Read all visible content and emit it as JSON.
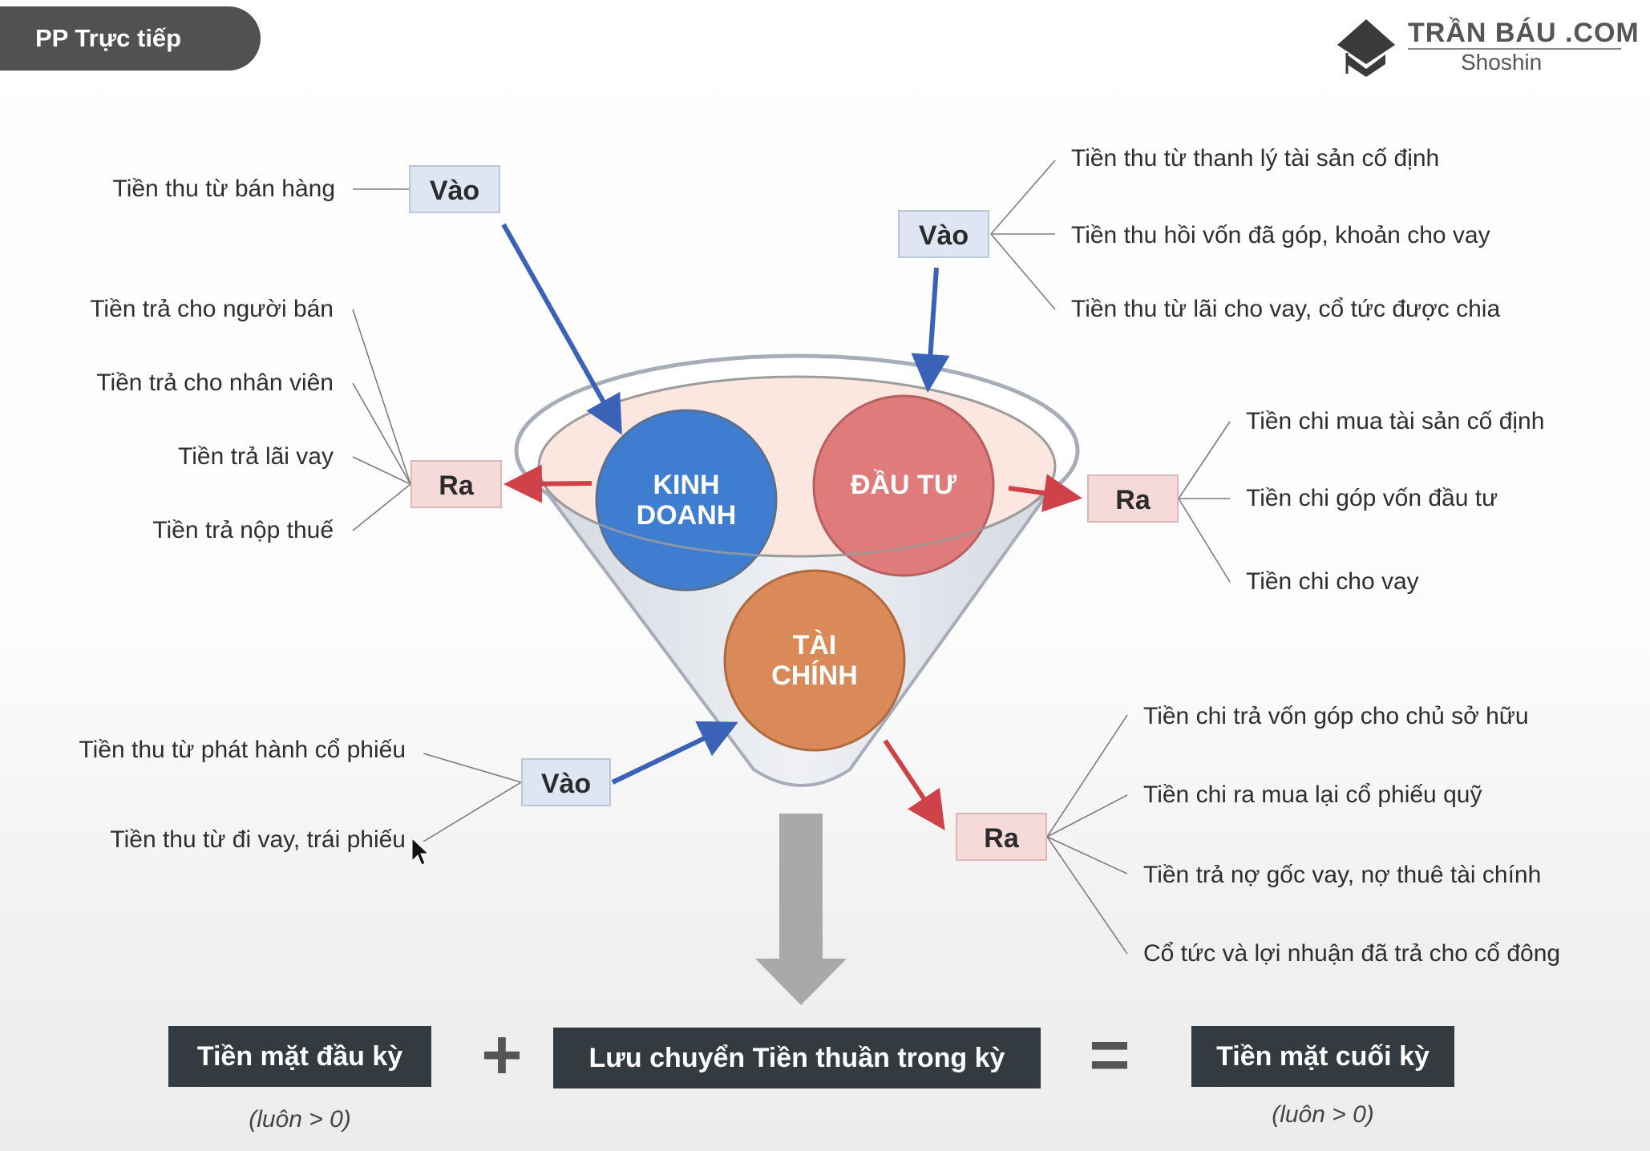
{
  "header": {
    "tag": "PP Trực tiếp"
  },
  "logo": {
    "title": "TRẦN BÁU .COM",
    "subtitle": "Shoshin",
    "icon": "graduation-cap-icon"
  },
  "diagram": {
    "circles": {
      "kinh_doanh": "KINH\nDOANH",
      "dau_tu": "ĐẦU TƯ",
      "tai_chinh": "TÀI\nCHÍNH"
    },
    "operating": {
      "in_label": "Vào",
      "in_items": [
        "Tiền thu từ bán hàng"
      ],
      "out_label": "Ra",
      "out_items": [
        "Tiền trả cho người bán",
        "Tiền trả cho nhân viên",
        "Tiền trả lãi vay",
        "Tiền trả nộp thuế"
      ]
    },
    "investing": {
      "in_label": "Vào",
      "in_items": [
        "Tiền thu từ thanh lý tài sản cố định",
        "Tiền thu hồi vốn đã góp, khoản cho vay",
        "Tiền thu từ lãi cho vay, cổ tức được chia"
      ],
      "out_label": "Ra",
      "out_items": [
        "Tiền chi mua tài sản cố định",
        "Tiền chi góp vốn đầu tư",
        "Tiền chi cho vay"
      ]
    },
    "financing": {
      "in_label": "Vào",
      "in_items": [
        "Tiền thu từ phát hành cổ phiếu",
        "Tiền thu từ đi vay, trái phiếu"
      ],
      "out_label": "Ra",
      "out_items": [
        "Tiền chi trả vốn góp cho chủ sở hữu",
        "Tiền chi ra mua lại cổ phiếu quỹ",
        "Tiền trả nợ gốc vay, nợ thuê tài chính",
        "Cổ tức và lợi nhuận đã trả cho cổ đông"
      ]
    }
  },
  "formula": {
    "start": "Tiền mặt đầu kỳ",
    "plus": "+",
    "flow": "Lưu chuyển Tiền thuần  trong kỳ",
    "equals": "=",
    "end": "Tiền mặt cuối kỳ",
    "start_note": "(luôn > 0)",
    "end_note": "(luôn > 0)"
  },
  "colors": {
    "inflow_arrow": "#3a63b8",
    "outflow_arrow": "#d0424a",
    "kinh_doanh": "#3f7dd0",
    "dau_tu": "#e07b7b",
    "tai_chinh": "#d98a58",
    "formula_box": "#333a40"
  }
}
